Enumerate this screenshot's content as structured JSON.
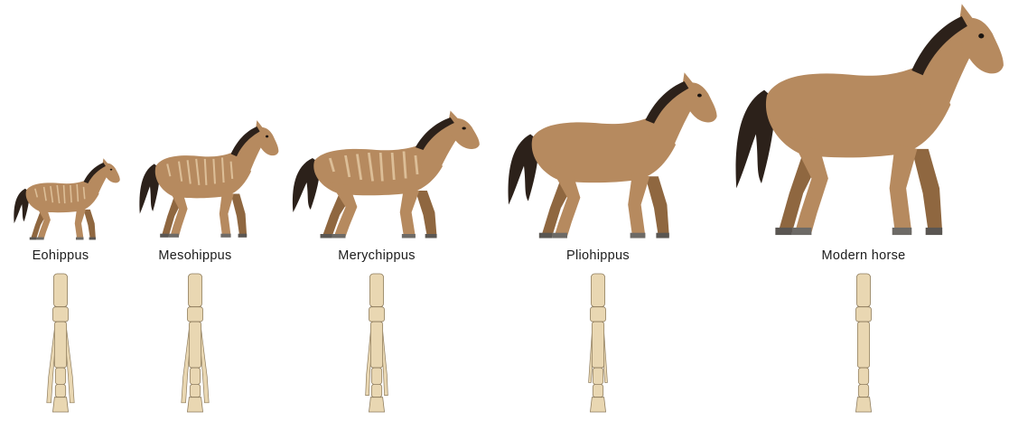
{
  "diagram": {
    "stages": [
      {
        "name": "Eohippus",
        "has_stripes": true
      },
      {
        "name": "Mesohippus",
        "has_stripes": true
      },
      {
        "name": "Merychippus",
        "has_stripes": true
      },
      {
        "name": "Pliohippus",
        "has_stripes": false
      },
      {
        "name": "Modern horse",
        "has_stripes": false
      }
    ],
    "colors": {
      "coat": "#b68a5f",
      "coat_shade": "#8f6740",
      "mane": "#2c211a",
      "bone": "#e9d7b2",
      "bone_outline": "#8d7b5c",
      "hoof": "#6d6a66"
    }
  }
}
